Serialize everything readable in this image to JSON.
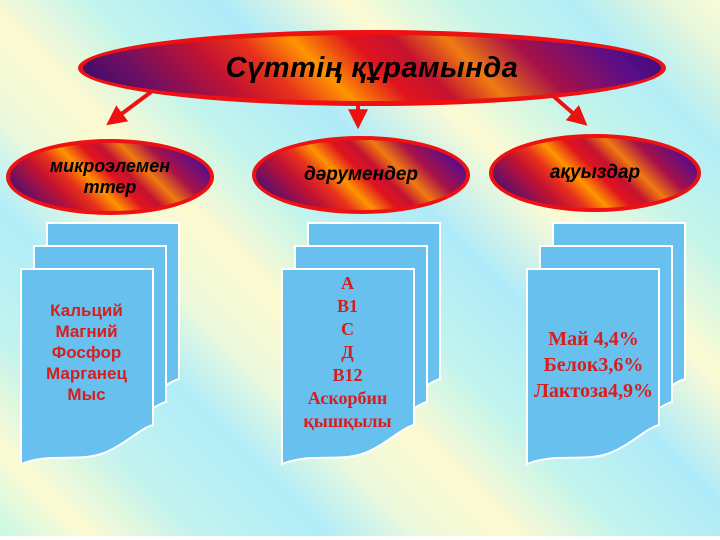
{
  "slide": {
    "title": "Сүттің құрамында",
    "branches": [
      {
        "name": "microelements",
        "ellipse_lines": [
          "микроэлемен",
          "ттер"
        ],
        "card_lines": [
          "Кальций",
          "Магний",
          "Фосфор",
          "Марганец",
          "Мыс"
        ]
      },
      {
        "name": "vitamins",
        "ellipse_lines": [
          "дәрумендер"
        ],
        "card_lines": [
          "А",
          "В1",
          "С",
          "Д",
          "В12",
          "Аскорбин",
          "қышқылы"
        ]
      },
      {
        "name": "proteins",
        "ellipse_lines": [
          "ақуыздар"
        ],
        "card_lines": [
          "Май 4,4%",
          "Белок3,6%",
          "Лактоза4,9%"
        ]
      }
    ],
    "colors": {
      "ellipse_border": "#ee1111",
      "ellipse_gradient": [
        "#2e0a6e",
        "#c41330",
        "#ff9500",
        "#e01420",
        "#5c0e88"
      ],
      "arrow": "#ee1111",
      "card_fill": "#68c0ee",
      "card_border": "#ffffff",
      "card_text": "#d81d1d",
      "title_text": "#000000",
      "background_bands": [
        "#fdfbd2",
        "#c2f4ee",
        "#aeeaf8"
      ]
    }
  }
}
